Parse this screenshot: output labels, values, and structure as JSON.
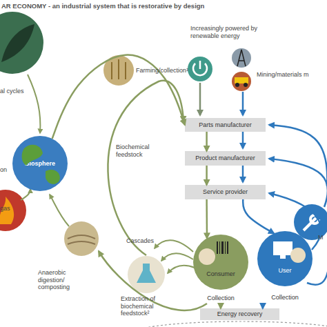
{
  "diagram": {
    "title": "AR ECONOMY - an industrial system that is restorative by design",
    "nodes": [
      {
        "text": [
          "Parts manufacturer"
        ]
      },
      {
        "text": [
          "Product manufacturer"
        ]
      },
      {
        "text": [
          "Service provider"
        ]
      },
      {
        "text": [
          "Biosphere"
        ]
      },
      {
        "text": [
          "Consumer",
          "Collection"
        ]
      },
      {
        "text": [
          "User",
          "Collection"
        ]
      },
      {
        "text": [
          "Energy recovery"
        ]
      }
    ],
    "edges": [
      {
        "from": 0,
        "to": 1,
        "arrow": "to"
      },
      {
        "from": 1,
        "to": 2,
        "arrow": "to"
      },
      {
        "from": 2,
        "to": 4,
        "arrow": "to"
      },
      {
        "from": 2,
        "to": 5,
        "arrow": "to"
      },
      {
        "from": 4,
        "to": 6,
        "arrow": "to"
      },
      {
        "from": 5,
        "to": 6,
        "arrow": "to"
      },
      {
        "from": 3,
        "to": 0,
        "arrow": "to"
      }
    ],
    "labels": [
      "Increasingly powered by renewable energy",
      "Mining/materials m",
      "al cycles",
      "Farming/collection¹",
      "Biochemical feedstock",
      "on",
      "gas",
      "Cascades",
      "M",
      "Anaerobic digestion/ composting",
      "Extraction of biochemical feedstock²"
    ]
  }
}
